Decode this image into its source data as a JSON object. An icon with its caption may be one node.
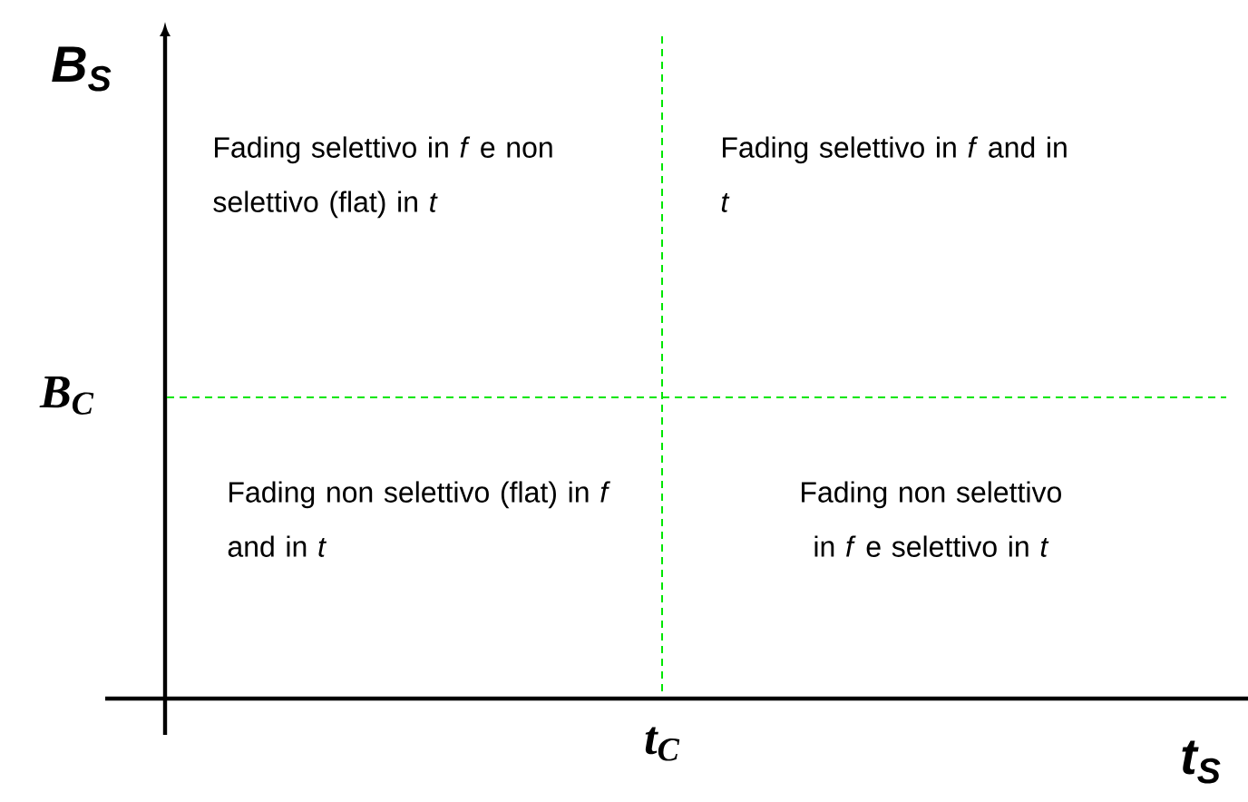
{
  "diagram": {
    "labels": [
      "B$_{S}$",
      "Fading selettivo in *f* e non selettivo (flat) in *t*",
      "Fading selettivo in *f* and in *t*",
      "B$_{C}$",
      "Fading non selettivo (flat) in *f* and in *t*",
      "Fading non selettivo in *f* e selettivo in *t*",
      "t$_{C}$",
      "t$_{S}$"
    ]
  }
}
